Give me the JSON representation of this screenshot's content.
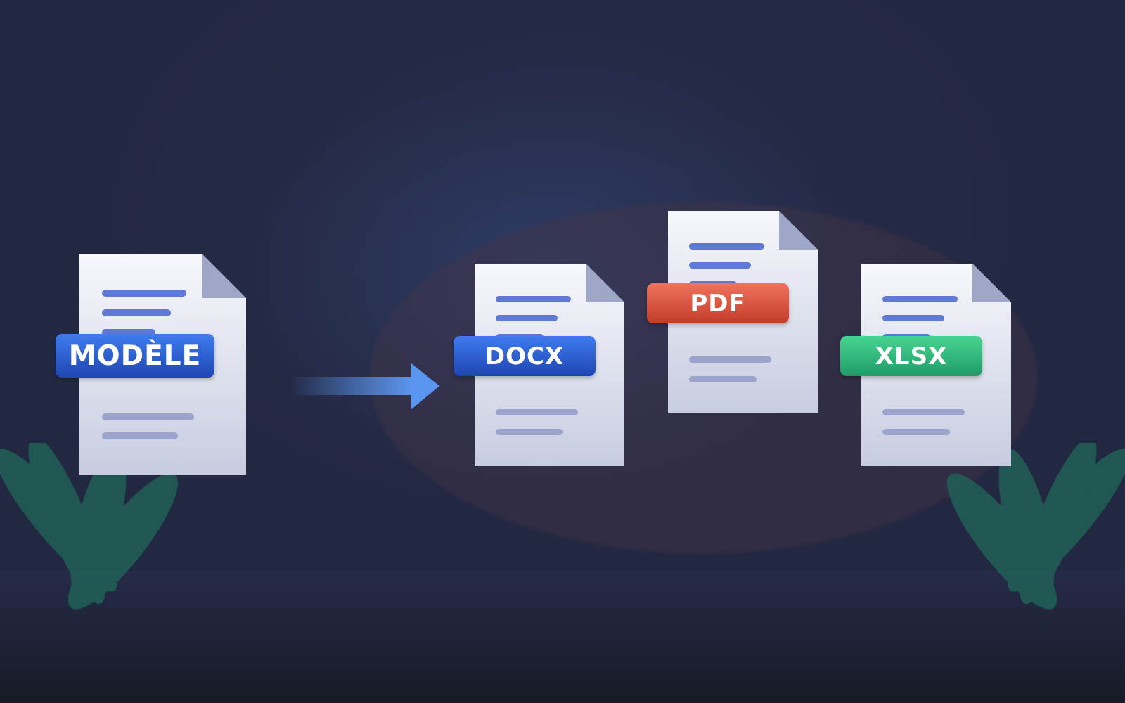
{
  "badges": {
    "source": "MODÈLE",
    "docx": "DOCX",
    "pdf": "PDF",
    "xlsx": "XLSX"
  },
  "colors": {
    "background": "#232842",
    "paper_top": "#f7f8fc",
    "paper_bottom": "#c7cce0",
    "fold": "#9ea7c8",
    "line_accent": "#5f7ad6",
    "line_muted": "#9aa4cc",
    "blue_badge": "#2c5ed8",
    "red_badge": "#d9503b",
    "green_badge": "#2dbb7c",
    "arrow": "#5a96f0",
    "leaves": "#1f6a5a"
  },
  "icons": {
    "arrow": "arrow-right-icon",
    "plant": "leaf-plant-icon",
    "document": "document-icon"
  }
}
